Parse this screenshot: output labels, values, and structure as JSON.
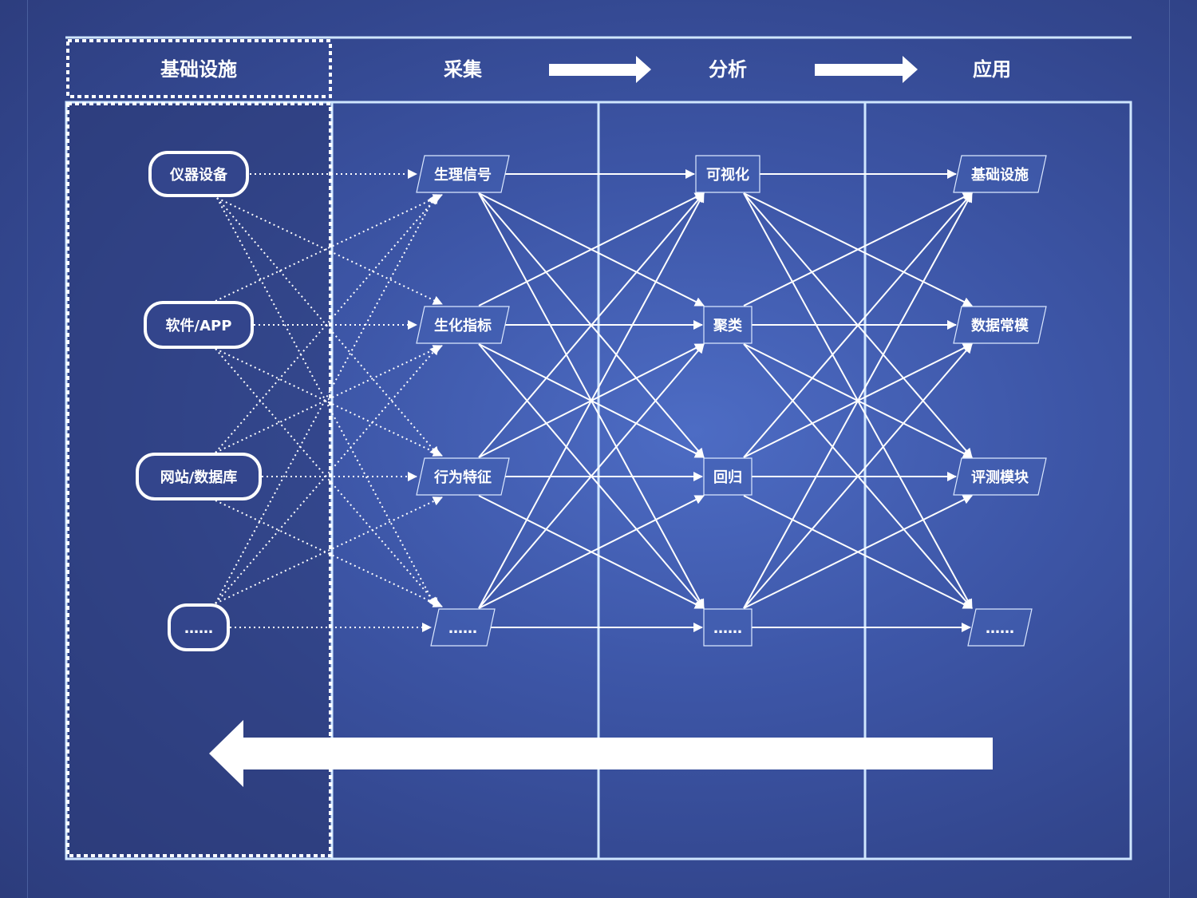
{
  "headers": {
    "infrastructure": "基础设施",
    "collect": "采集",
    "analyze": "分析",
    "apply": "应用"
  },
  "sources": [
    "仪器设备",
    "软件/APP",
    "网站/数据库",
    "……"
  ],
  "collect_nodes": [
    "生理信号",
    "生化指标",
    "行为特征",
    "……"
  ],
  "analyze_nodes": [
    "可视化",
    "聚类",
    "回归",
    "……"
  ],
  "apply_nodes": [
    "基础设施",
    "数据常模",
    "评测模块",
    "……"
  ],
  "colors": {
    "background": "#3d56a7",
    "frame_line": "#cfe6ff",
    "arrow": "#ffffff"
  }
}
